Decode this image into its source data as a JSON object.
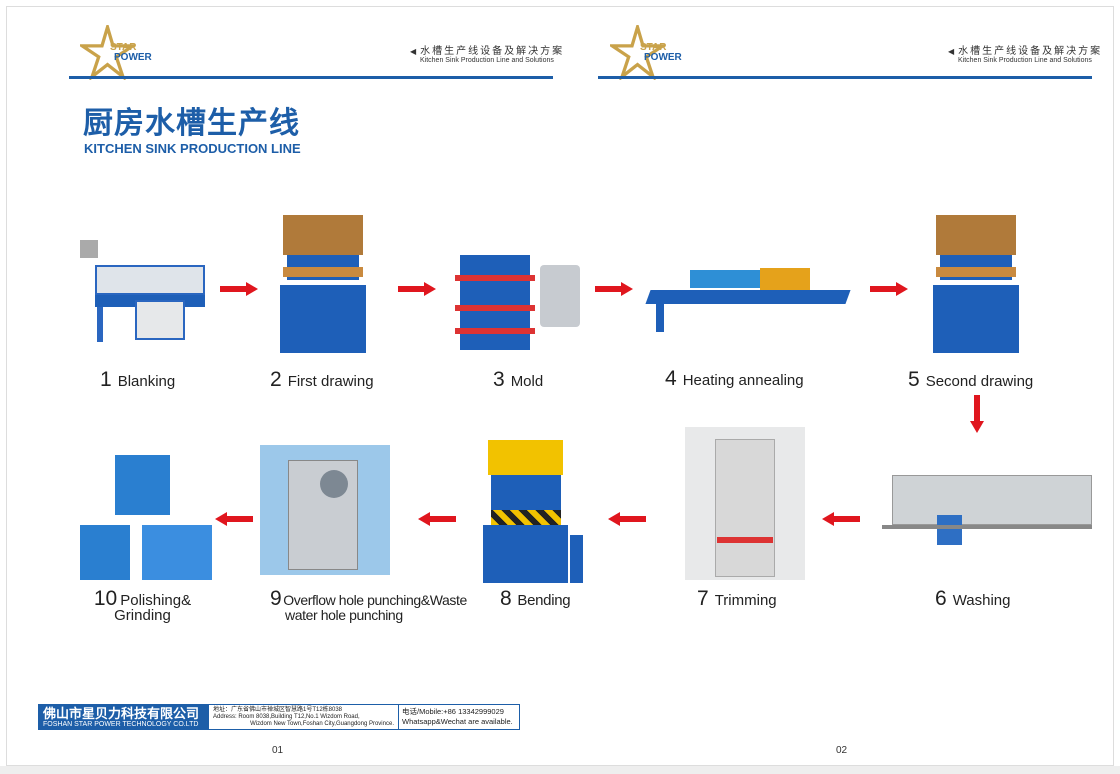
{
  "header": {
    "logo": {
      "line1": "STAR",
      "line2": "POWER"
    },
    "tagline_cn": "水槽生产线设备及解决方案",
    "tagline_en": "Kitchen Sink Production Line and Solutions"
  },
  "title": {
    "cn": "厨房水槽生产线",
    "en": "KITCHEN SINK PRODUCTION LINE"
  },
  "steps": [
    {
      "num": "1",
      "label": "Blanking"
    },
    {
      "num": "2",
      "label": "First drawing"
    },
    {
      "num": "3",
      "label": "Mold"
    },
    {
      "num": "4",
      "label": "Heating annealing"
    },
    {
      "num": "5",
      "label": "Second drawing"
    },
    {
      "num": "6",
      "label": "Washing"
    },
    {
      "num": "7",
      "label": "Trimming"
    },
    {
      "num": "8",
      "label": "Bending"
    },
    {
      "num": "9",
      "label": "Overflow hole punching&Waste",
      "label2": "water hole punching"
    },
    {
      "num": "10",
      "label": "Polishing&",
      "label2": "Grinding"
    }
  ],
  "footer": {
    "company_cn": "佛山市星贝力科技有限公司",
    "company_en": "FOSHAN STAR POWER TECHNOLOGY CO.LTD",
    "address_cn": "地址：广东省佛山市禅城区智慧路1号T12栋8038",
    "address_en1": "Address: Room 8038,Building T12,No.1 Wizdom Road,",
    "address_en2": "Wizdom New Town,Foshan City,Guangdong Province.",
    "mobile": "电话/Mobile:+86 13342999029",
    "chat": "Whatsapp&Wechat are available."
  },
  "pages": {
    "left": "01",
    "right": "02"
  },
  "colors": {
    "brand": "#1d5ea8",
    "arrow": "#e0161e",
    "gold": "#c9a24a"
  }
}
